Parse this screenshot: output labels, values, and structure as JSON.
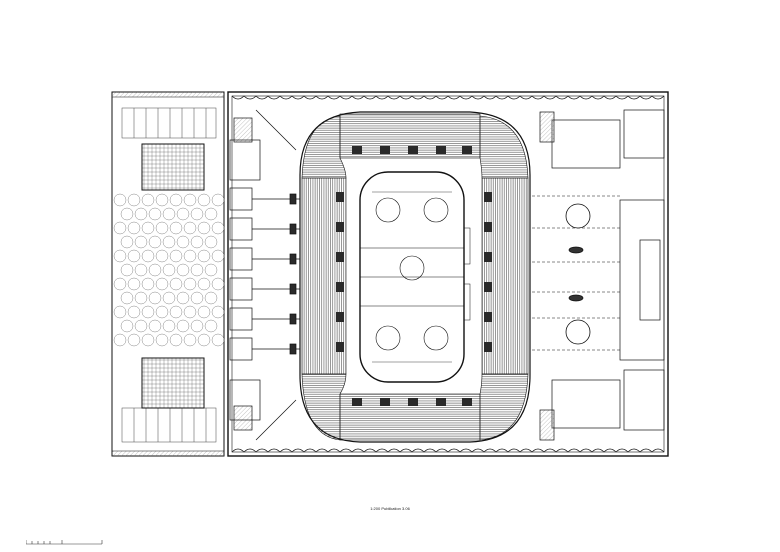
{
  "drawing": {
    "caption": "1:200 Publikation 3.06",
    "scale_bar_label": ""
  },
  "colors": {
    "line": "#111111",
    "hatch": "#9a9a9a",
    "seat_dark": "#2a2a2a",
    "background": "#ffffff"
  },
  "plan": {
    "rink": "ice-rink",
    "faceoff_circles_count": 5,
    "seating_sections": [
      "north-stand",
      "south-stand",
      "west-stand",
      "east-stand",
      "corner-ne",
      "corner-nw",
      "corner-se",
      "corner-sw"
    ],
    "west_annex": "tiled-plaza",
    "east_annex": "service-wing"
  }
}
